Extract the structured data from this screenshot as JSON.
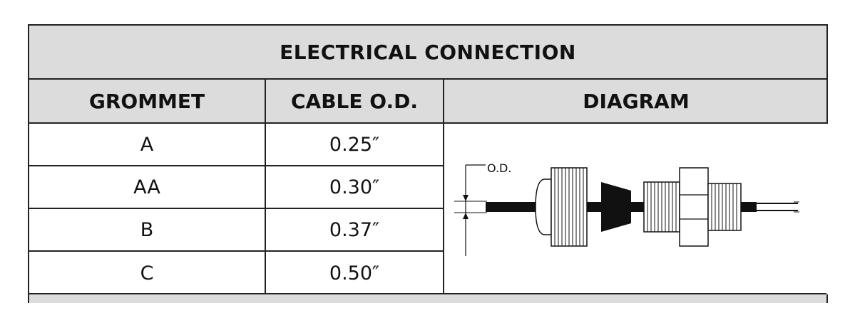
{
  "title": "ELECTRICAL CONNECTION",
  "headers": [
    "GROMMET",
    "CABLE O.D.",
    "DIAGRAM"
  ],
  "rows": [
    {
      "grommet": "A",
      "cable_od": "0.25″"
    },
    {
      "grommet": "AA",
      "cable_od": "0.30″"
    },
    {
      "grommet": "B",
      "cable_od": "0.37″"
    },
    {
      "grommet": "C",
      "cable_od": "0.50″"
    }
  ],
  "diagram": {
    "od_label": "O.D."
  }
}
